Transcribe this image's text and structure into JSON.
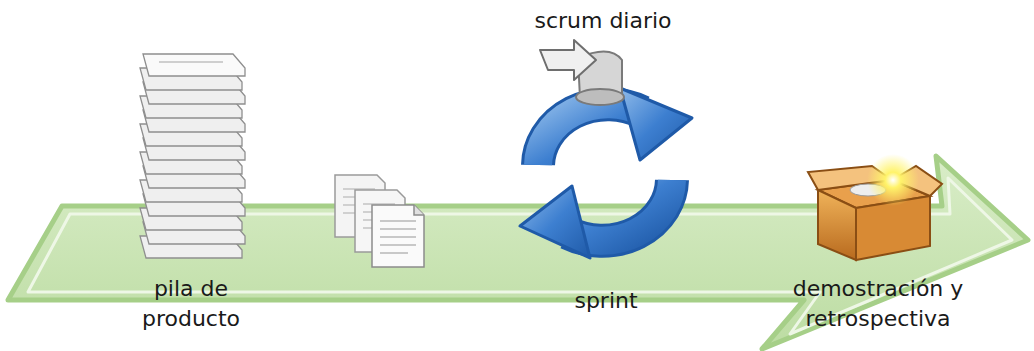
{
  "diagram": {
    "labels": [
      "scrum diario",
      "pila de producto",
      "sprint",
      "demostración y retrospectiva"
    ]
  }
}
